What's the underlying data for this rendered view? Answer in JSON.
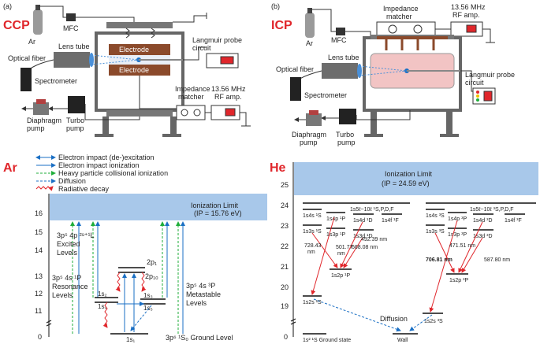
{
  "panel_a": {
    "letter": "(a)",
    "title": "CCP",
    "labels": {
      "ar_bottle": "Ar",
      "mfc": "MFC",
      "lens_tube": "Lens tube",
      "optical_fiber": "Optical fiber",
      "spectrometer": "Spectrometer",
      "electrode_top": "Electrode",
      "electrode_bottom": "Electrode",
      "langmuir": [
        "Langmuir probe",
        "circuit"
      ],
      "impedance": [
        "Impedance",
        "matcher"
      ],
      "rf": [
        "13.56 MHz",
        "RF amp."
      ],
      "diaphragm": [
        "Diaphragm",
        "pump"
      ],
      "turbo": [
        "Turbo",
        "pump"
      ]
    }
  },
  "panel_b": {
    "letter": "(b)",
    "title": "ICP",
    "labels": {
      "ar_bottle": "Ar",
      "mfc": "MFC",
      "impedance": [
        "Impedance",
        "matcher"
      ],
      "rf": [
        "13.56 MHz",
        "RF amp."
      ],
      "lens_tube": "Lens tube",
      "optical_fiber": "Optical fiber",
      "langmuir": [
        "Langmuir probe",
        "circuit"
      ],
      "spectrometer": "Spectrometer",
      "diaphragm": [
        "Diaphragm",
        "pump"
      ],
      "turbo": [
        "Turbo",
        "pump"
      ]
    }
  },
  "panel_ar": {
    "title": "Ar",
    "legend": [
      {
        "label": "Electron impact (de-)excitation",
        "color": "#1a6fc4"
      },
      {
        "label": "Electron impact ionization",
        "color": "#1a6fc4"
      },
      {
        "label": "Heavy particle collisional ionization",
        "color": "#1fae3a"
      },
      {
        "label": "Diffusion",
        "color": "#1a6fc4"
      },
      {
        "label": "Radiative decay",
        "color": "#e0262b"
      }
    ],
    "y_ticks": [
      "0",
      "11",
      "12",
      "13",
      "14",
      "15",
      "16"
    ],
    "ionization": [
      "Ionization Limit",
      "(IP = 15.76 eV)"
    ],
    "level_labels": {
      "excited": [
        "3p⁵ 4p ²ˢ⁺¹L",
        "Excited",
        "Levels"
      ],
      "resonance": [
        "3p⁵ 4s ¹P",
        "Resonance",
        "Levels"
      ],
      "metastable": [
        "3p⁵ 4s ³P",
        "Metastable",
        "Levels"
      ],
      "ground": "3p⁶ ¹S₀ Ground Level",
      "p1": "2p₁",
      "p10": "2p₁₀",
      "s2": "1s₂",
      "s4": "1s₄",
      "s3": "1s₃",
      "s5": "1s₅",
      "s1": "1s₁"
    }
  },
  "panel_he": {
    "title": "He",
    "y_ticks": [
      "0",
      "19",
      "20",
      "21",
      "22",
      "23",
      "24",
      "25"
    ],
    "ionization": [
      "Ionization Limit",
      "(IP = 24.59 eV)"
    ],
    "singlet_labels": [
      "1s4s ¹S",
      "1s4p ¹P",
      "1s4d ¹D",
      "1s4f ¹F",
      "1s3s ¹S",
      "1s3p ¹P",
      "1s3d ¹D",
      "1s2p ¹P",
      "1s2s ¹S",
      "1s5ℓ~10ℓ ¹S,P,D,F"
    ],
    "triplet_labels": [
      "1s4s ³S",
      "1s4p ³P",
      "1s4d ³D",
      "1s4f ³F",
      "1s3s ³S",
      "1s3p ³P",
      "1s3d ³D",
      "1s2p ³P",
      "1s2s ³S",
      "1s5ℓ~10ℓ ³S,P,D,F"
    ],
    "wavelengths_singlet": [
      "728.43",
      "nm",
      "501.77",
      "nm",
      "492.39 nm",
      "668.08 nm"
    ],
    "wavelengths_triplet": [
      "706.81 nm",
      "471.51 nm",
      "587.80 nm"
    ],
    "ground": "1s² ¹S Ground state",
    "diffusion": "Diffusion",
    "wall": "Wall"
  }
}
